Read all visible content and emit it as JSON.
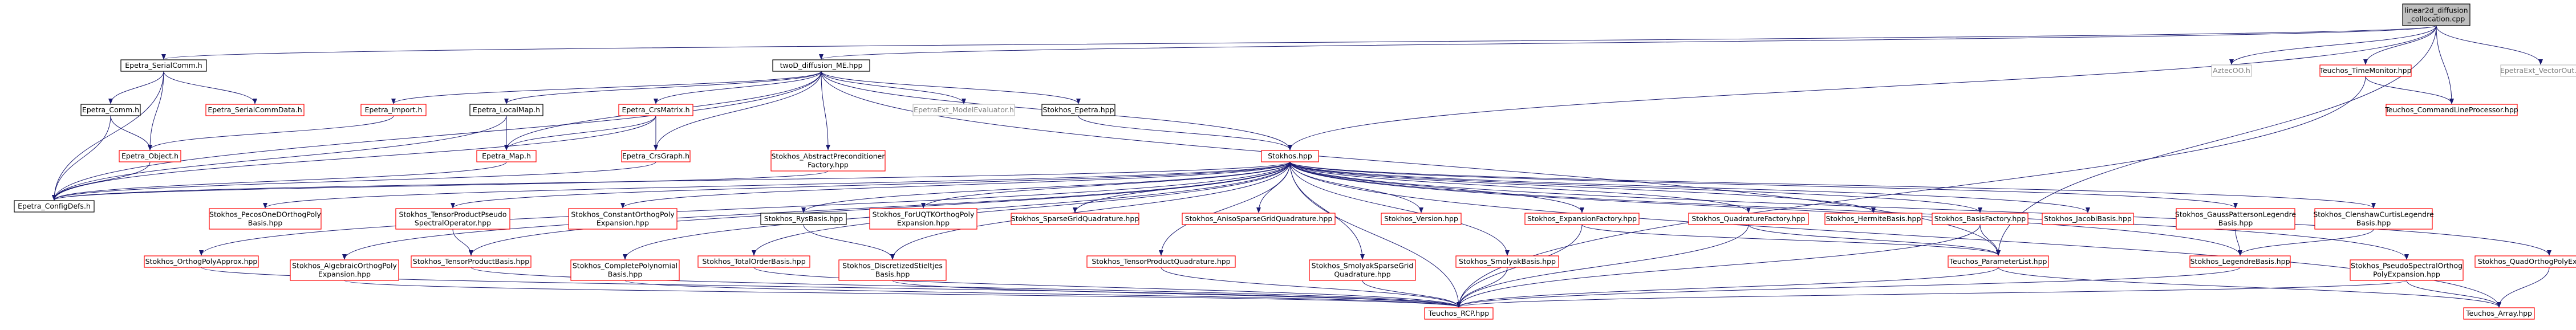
{
  "colors": {
    "root_fill": "#bfbfbf",
    "root_border": "#000000",
    "internal_border": "#000000",
    "external_border": "#ff0000",
    "system_border": "#bfbfbf",
    "system_text": "#7f7f7f",
    "edge": "#191970",
    "text": "#000000"
  },
  "nodes": [
    {
      "id": "root",
      "lines": [
        "linear2d_diffusion",
        "_collocation.cpp"
      ],
      "kind": "root"
    },
    {
      "id": "serialcomm",
      "lines": [
        "Epetra_SerialComm.h"
      ],
      "kind": "internal"
    },
    {
      "id": "testme",
      "lines": [
        "twoD_diffusion_ME.hpp"
      ],
      "kind": "internal"
    },
    {
      "id": "aztecoo",
      "lines": [
        "AztecOO.h"
      ],
      "kind": "system"
    },
    {
      "id": "timemonitor",
      "lines": [
        "Teuchos_TimeMonitor.hpp"
      ],
      "kind": "external"
    },
    {
      "id": "vectorout",
      "lines": [
        "EpetraExt_VectorOut.h"
      ],
      "kind": "system"
    },
    {
      "id": "comm",
      "lines": [
        "Epetra_Comm.h"
      ],
      "kind": "internal"
    },
    {
      "id": "serialcommdata",
      "lines": [
        "Epetra_SerialCommData.h"
      ],
      "kind": "external"
    },
    {
      "id": "import",
      "lines": [
        "Epetra_Import.h"
      ],
      "kind": "external"
    },
    {
      "id": "localmap",
      "lines": [
        "Epetra_LocalMap.h"
      ],
      "kind": "internal"
    },
    {
      "id": "crsmatrix",
      "lines": [
        "Epetra_CrsMatrix.h"
      ],
      "kind": "external"
    },
    {
      "id": "modelevaluator",
      "lines": [
        "EpetraExt_ModelEvaluator.h"
      ],
      "kind": "system"
    },
    {
      "id": "stokhosepetra",
      "lines": [
        "Stokhos_Epetra.hpp"
      ],
      "kind": "internal"
    },
    {
      "id": "cmdline",
      "lines": [
        "Teuchos_CommandLineProcessor.hpp"
      ],
      "kind": "external"
    },
    {
      "id": "object",
      "lines": [
        "Epetra_Object.h"
      ],
      "kind": "external"
    },
    {
      "id": "map",
      "lines": [
        "Epetra_Map.h"
      ],
      "kind": "external"
    },
    {
      "id": "crsgraph",
      "lines": [
        "Epetra_CrsGraph.h"
      ],
      "kind": "external"
    },
    {
      "id": "abstractprec",
      "lines": [
        "Stokhos_AbstractPreconditioner",
        "Factory.hpp"
      ],
      "kind": "external"
    },
    {
      "id": "stokhos",
      "lines": [
        "Stokhos.hpp"
      ],
      "kind": "external"
    },
    {
      "id": "configdefs",
      "lines": [
        "Epetra_ConfigDefs.h"
      ],
      "kind": "internal"
    },
    {
      "id": "pecos",
      "lines": [
        "Stokhos_PecosOneDOrthogPoly",
        "Basis.hpp"
      ],
      "kind": "external"
    },
    {
      "id": "tensorpseudo",
      "lines": [
        "Stokhos_TensorProductPseudo",
        "SpectralOperator.hpp"
      ],
      "kind": "external"
    },
    {
      "id": "constantortho",
      "lines": [
        "Stokhos_ConstantOrthogPoly",
        "Expansion.hpp"
      ],
      "kind": "external"
    },
    {
      "id": "rysbasis",
      "lines": [
        "Stokhos_RysBasis.hpp"
      ],
      "kind": "internal"
    },
    {
      "id": "forucq",
      "lines": [
        "Stokhos_ForUQTKOrthogPoly",
        "Expansion.hpp"
      ],
      "kind": "external"
    },
    {
      "id": "sparsegrid",
      "lines": [
        "Stokhos_SparseGridQuadrature.hpp"
      ],
      "kind": "external"
    },
    {
      "id": "anisosparse",
      "lines": [
        "Stokhos_AnisoSparseGridQuadrature.hpp"
      ],
      "kind": "external"
    },
    {
      "id": "version",
      "lines": [
        "Stokhos_Version.hpp"
      ],
      "kind": "external"
    },
    {
      "id": "expfactory",
      "lines": [
        "Stokhos_ExpansionFactory.hpp"
      ],
      "kind": "external"
    },
    {
      "id": "quadfactory",
      "lines": [
        "Stokhos_QuadratureFactory.hpp"
      ],
      "kind": "external"
    },
    {
      "id": "hermite",
      "lines": [
        "Stokhos_HermiteBasis.hpp"
      ],
      "kind": "external"
    },
    {
      "id": "basisfactory",
      "lines": [
        "Stokhos_BasisFactory.hpp"
      ],
      "kind": "external"
    },
    {
      "id": "jacobi",
      "lines": [
        "Stokhos_JacobiBasis.hpp"
      ],
      "kind": "external"
    },
    {
      "id": "gausspatterson",
      "lines": [
        "Stokhos_GaussPattersonLegendre",
        "Basis.hpp"
      ],
      "kind": "external"
    },
    {
      "id": "clenshaw",
      "lines": [
        "Stokhos_ClenshawCurtisLegendre",
        "Basis.hpp"
      ],
      "kind": "external"
    },
    {
      "id": "orthogapprox",
      "lines": [
        "Stokhos_OrthogPolyApprox.hpp"
      ],
      "kind": "external"
    },
    {
      "id": "algebraic",
      "lines": [
        "Stokhos_AlgebraicOrthogPoly",
        "Expansion.hpp"
      ],
      "kind": "external"
    },
    {
      "id": "tensorbasis",
      "lines": [
        "Stokhos_TensorProductBasis.hpp"
      ],
      "kind": "external"
    },
    {
      "id": "completepoly",
      "lines": [
        "Stokhos_CompletePolynomial",
        "Basis.hpp"
      ],
      "kind": "external"
    },
    {
      "id": "totalorder",
      "lines": [
        "Stokhos_TotalOrderBasis.hpp"
      ],
      "kind": "external"
    },
    {
      "id": "discretized",
      "lines": [
        "Stokhos_DiscretizedStieltjes",
        "Basis.hpp"
      ],
      "kind": "external"
    },
    {
      "id": "tensorquad",
      "lines": [
        "Stokhos_TensorProductQuadrature.hpp"
      ],
      "kind": "external"
    },
    {
      "id": "smolyaksparse",
      "lines": [
        "Stokhos_SmolyakSparseGrid",
        "Quadrature.hpp"
      ],
      "kind": "external"
    },
    {
      "id": "smolyakbasis",
      "lines": [
        "Stokhos_SmolyakBasis.hpp"
      ],
      "kind": "external"
    },
    {
      "id": "paramlist",
      "lines": [
        "Teuchos_ParameterList.hpp"
      ],
      "kind": "external"
    },
    {
      "id": "legendre",
      "lines": [
        "Stokhos_LegendreBasis.hpp"
      ],
      "kind": "external"
    },
    {
      "id": "pseudospectral",
      "lines": [
        "Stokhos_PseudoSpectralOrthog",
        "PolyExpansion.hpp"
      ],
      "kind": "external"
    },
    {
      "id": "quadorthog",
      "lines": [
        "Stokhos_QuadOrthogPolyExpansion.hpp"
      ],
      "kind": "external"
    },
    {
      "id": "rcp",
      "lines": [
        "Teuchos_RCP.hpp"
      ],
      "kind": "external"
    },
    {
      "id": "array",
      "lines": [
        "Teuchos_Array.hpp"
      ],
      "kind": "external"
    }
  ]
}
